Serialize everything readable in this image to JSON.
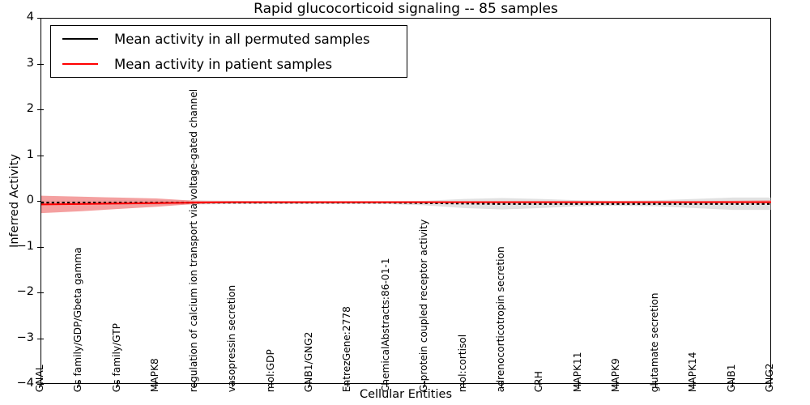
{
  "chart_data": {
    "type": "line",
    "title": "Rapid glucocorticoid signaling -- 85 samples",
    "xlabel": "Cellular Entities",
    "ylabel": "Inferred Activity",
    "ylim": [
      -4,
      4
    ],
    "yticks": [
      4,
      3,
      2,
      1,
      0,
      -1,
      -2,
      -3,
      -4
    ],
    "ytick_labels": [
      "4",
      "3",
      "2",
      "1",
      "0",
      "−1",
      "−2",
      "−3",
      "−4"
    ],
    "grid": false,
    "legend_position": "upper left",
    "categories": [
      "GNAL",
      "Gs family/GDP/Gbeta gamma",
      "Gs family/GTP",
      "MAPK8",
      "regulation of calcium ion transport via voltage-gated channel",
      "vasopressin secretion",
      "mol:GDP",
      "GNB1/GNG2",
      "EntrezGene:2778",
      "ChemicalAbstracts:86-01-1",
      "G-protein coupled receptor activity",
      "mol:cortisol",
      "adrenocorticotropin secretion",
      "CRH",
      "MAPK11",
      "MAPK9",
      "glutamate secretion",
      "MAPK14",
      "GNB1",
      "GNG2"
    ],
    "series": [
      {
        "name": "Mean activity in all permuted samples",
        "color": "#000000",
        "style": "dotted",
        "band_color": "#c8c8c8",
        "values": [
          -0.02,
          -0.02,
          -0.02,
          -0.02,
          -0.02,
          -0.02,
          -0.02,
          -0.02,
          -0.02,
          -0.02,
          -0.03,
          -0.04,
          -0.05,
          -0.05,
          -0.05,
          -0.05,
          -0.05,
          -0.05,
          -0.05,
          -0.05
        ],
        "band_lower": [
          -0.06,
          -0.06,
          -0.07,
          -0.07,
          -0.06,
          -0.05,
          -0.05,
          -0.05,
          -0.05,
          -0.05,
          -0.08,
          -0.14,
          -0.17,
          -0.14,
          -0.1,
          -0.09,
          -0.1,
          -0.14,
          -0.18,
          -0.18
        ],
        "band_upper": [
          0.02,
          0.02,
          0.03,
          0.03,
          0.03,
          0.02,
          0.01,
          0.01,
          0.01,
          0.01,
          0.02,
          0.06,
          0.08,
          0.06,
          0.03,
          0.02,
          0.03,
          0.06,
          0.09,
          0.09
        ]
      },
      {
        "name": "Mean activity in patient samples",
        "color": "#ff0000",
        "style": "solid",
        "band_color": "#f08080",
        "values": [
          -0.06,
          -0.05,
          -0.04,
          -0.03,
          -0.02,
          -0.01,
          -0.01,
          -0.01,
          -0.01,
          -0.01,
          -0.01,
          -0.01,
          -0.01,
          -0.01,
          -0.01,
          -0.01,
          -0.01,
          -0.01,
          -0.01,
          -0.01
        ],
        "band_lower": [
          -0.25,
          -0.21,
          -0.16,
          -0.11,
          -0.05,
          -0.02,
          -0.01,
          -0.01,
          -0.01,
          -0.01,
          -0.01,
          -0.01,
          -0.01,
          -0.01,
          -0.01,
          -0.01,
          -0.01,
          -0.01,
          -0.02,
          -0.03
        ],
        "band_upper": [
          0.13,
          0.11,
          0.09,
          0.07,
          0.02,
          0.01,
          0.01,
          0.01,
          0.01,
          0.01,
          0.01,
          0.01,
          0.01,
          0.01,
          0.01,
          0.01,
          0.01,
          0.01,
          0.02,
          0.03
        ]
      }
    ]
  },
  "legend": {
    "entries": [
      {
        "label": "Mean activity in all permuted samples",
        "color": "#000000"
      },
      {
        "label": "Mean activity in patient samples",
        "color": "#ff0000"
      }
    ]
  }
}
